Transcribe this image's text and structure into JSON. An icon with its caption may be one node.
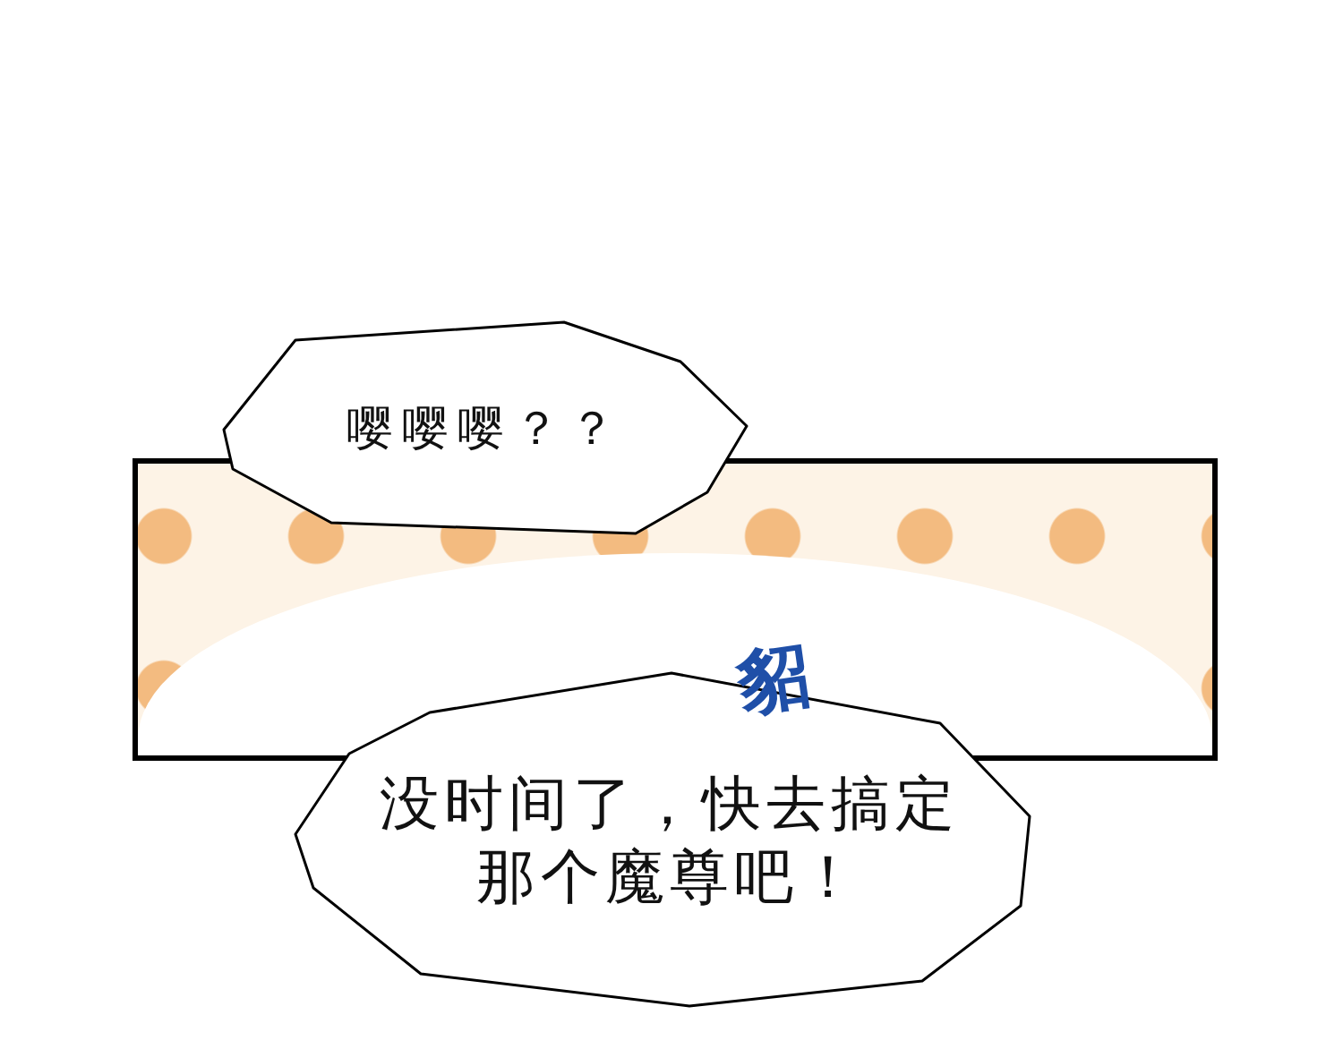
{
  "diagram": {
    "nodes": [
      {
        "text": [
          "嘤嘤嘤？？"
        ]
      },
      {
        "text": [
          "没时间了，快去搞定那个魔尊吧！"
        ]
      }
    ],
    "labels": [
      "貂"
    ]
  }
}
